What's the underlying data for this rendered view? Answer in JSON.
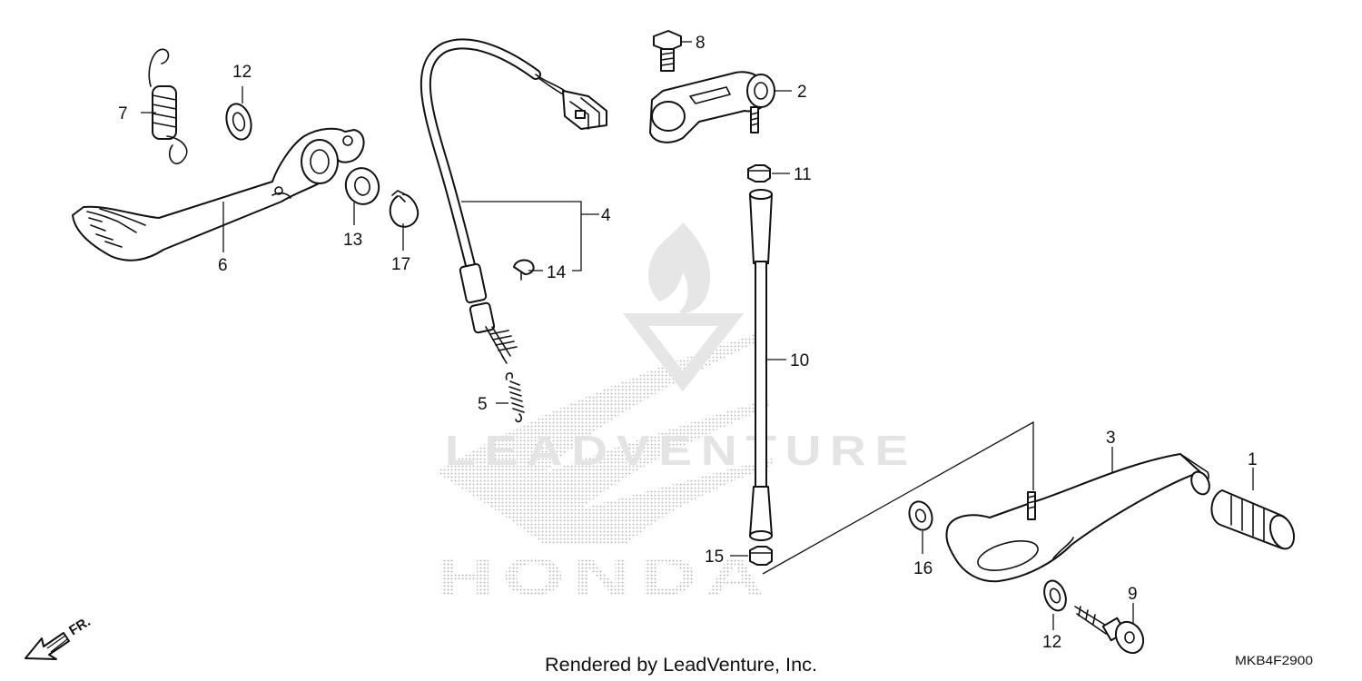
{
  "footer": {
    "rendered_by": "Rendered by LeadVenture, Inc.",
    "diagram_code": "MKB4F2900"
  },
  "watermark": {
    "brand": "HONDA",
    "company": "LEADVENTURE"
  },
  "front_arrow_label": "FR.",
  "callouts": {
    "p1": "1",
    "p2": "2",
    "p3": "3",
    "p4": "4",
    "p5": "5",
    "p6": "6",
    "p7": "7",
    "p8": "8",
    "p9": "9",
    "p10": "10",
    "p11": "11",
    "p12a": "12",
    "p12b": "12",
    "p13": "13",
    "p14": "14",
    "p15": "15",
    "p16": "16",
    "p17": "17"
  }
}
